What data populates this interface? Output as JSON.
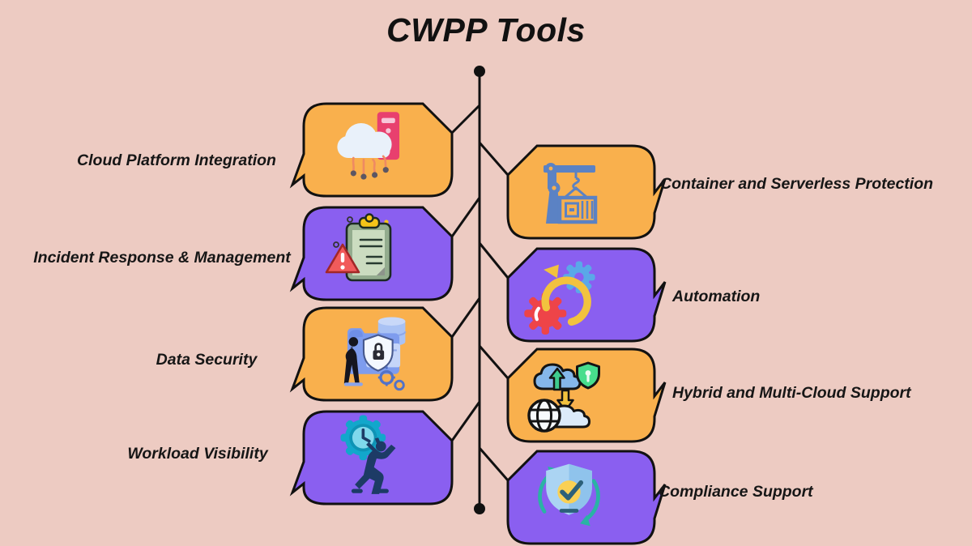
{
  "title": "CWPP Tools",
  "colors": {
    "background": "#edcbc2",
    "node_orange": "#f9b04d",
    "node_purple": "#8a5ff0",
    "outline": "#111111",
    "text": "#161616"
  },
  "spine": {
    "shape": "vertical-line-with-end-dots"
  },
  "nodes": [
    {
      "label": "Cloud Platform Integration",
      "side": "left",
      "color": "#f9b04d",
      "icon": "cloud-server-icon"
    },
    {
      "label": "Container and Serverless Protection",
      "side": "right",
      "color": "#f9b04d",
      "icon": "container-crane-icon"
    },
    {
      "label": "Incident Response & Management",
      "side": "left",
      "color": "#8a5ff0",
      "icon": "incident-clipboard-icon"
    },
    {
      "label": "Automation",
      "side": "right",
      "color": "#8a5ff0",
      "icon": "automation-gears-icon"
    },
    {
      "label": "Data Security",
      "side": "left",
      "color": "#f9b04d",
      "icon": "data-security-icon"
    },
    {
      "label": "Hybrid and Multi-Cloud Support",
      "side": "right",
      "color": "#f9b04d",
      "icon": "hybrid-cloud-icon"
    },
    {
      "label": "Workload Visibility",
      "side": "left",
      "color": "#8a5ff0",
      "icon": "workload-visibility-icon"
    },
    {
      "label": "Compliance Support",
      "side": "right",
      "color": "#8a5ff0",
      "icon": "compliance-shield-icon"
    }
  ]
}
